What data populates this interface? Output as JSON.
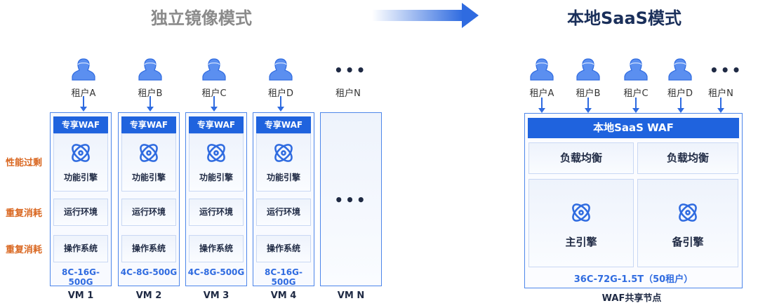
{
  "left": {
    "title": "独立镜像模式",
    "side_labels": [
      "性能过剩",
      "重复消耗",
      "重复消耗"
    ],
    "tenants": [
      "租户A",
      "租户B",
      "租户C",
      "租户D",
      "租户N"
    ],
    "vms": [
      {
        "name": "VM 1",
        "header": "专享WAF",
        "engine": "功能引擎",
        "runtime": "运行环境",
        "os": "操作系统",
        "spec": "8C-16G-500G"
      },
      {
        "name": "VM 2",
        "header": "专享WAF",
        "engine": "功能引擎",
        "runtime": "运行环境",
        "os": "操作系统",
        "spec": "4C-8G-500G"
      },
      {
        "name": "VM 3",
        "header": "专享WAF",
        "engine": "功能引擎",
        "runtime": "运行环境",
        "os": "操作系统",
        "spec": "4C-8G-500G"
      },
      {
        "name": "VM 4",
        "header": "专享WAF",
        "engine": "功能引擎",
        "runtime": "运行环境",
        "os": "操作系统",
        "spec": "8C-16G-500G"
      }
    ],
    "vm_n": {
      "name": "VM N",
      "content": "•••"
    },
    "more": "•••"
  },
  "right": {
    "title": "本地SaaS模式",
    "tenants": [
      "租户A",
      "租户B",
      "租户C",
      "租户D",
      "租户N"
    ],
    "more": "•••",
    "header": "本地SaaS WAF",
    "lb": [
      "负载均衡",
      "负载均衡"
    ],
    "engines": [
      "主引擎",
      "备引擎"
    ],
    "spec": "36C-72G-1.5T（50租户）",
    "label": "WAF共享节点"
  },
  "colors": {
    "accent": "#1f63de",
    "warning": "#d9661f",
    "title_gray": "#8a8a8a",
    "title_dark": "#1a2f5a"
  }
}
